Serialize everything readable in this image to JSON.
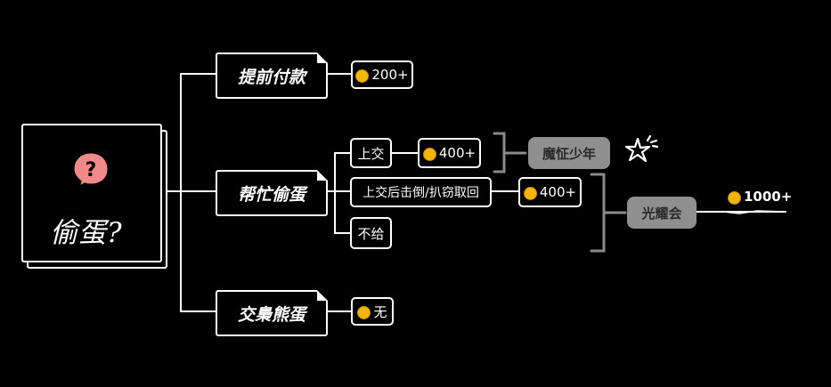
{
  "root": {
    "title": "偷蛋?",
    "icon": "question-bubble-icon"
  },
  "branches": [
    {
      "label": "提前付款",
      "reward": "200+"
    },
    {
      "label": "帮忙偷蛋",
      "options": [
        {
          "label": "上交",
          "reward": "400+"
        },
        {
          "label": "上交后击倒/扒窃取回",
          "reward": "400+"
        },
        {
          "label": "不给"
        }
      ]
    },
    {
      "label": "交梟熊蛋",
      "reward": "无"
    }
  ],
  "outcomes": [
    {
      "label": "魔怔少年"
    },
    {
      "label": "光耀会",
      "reward": "1000+"
    }
  ],
  "colors": {
    "background": "#000000",
    "line": "#ffffff",
    "coin": "#f2b705",
    "outcome_box": "#8f8f8f",
    "bubble": "#f08a8a"
  }
}
